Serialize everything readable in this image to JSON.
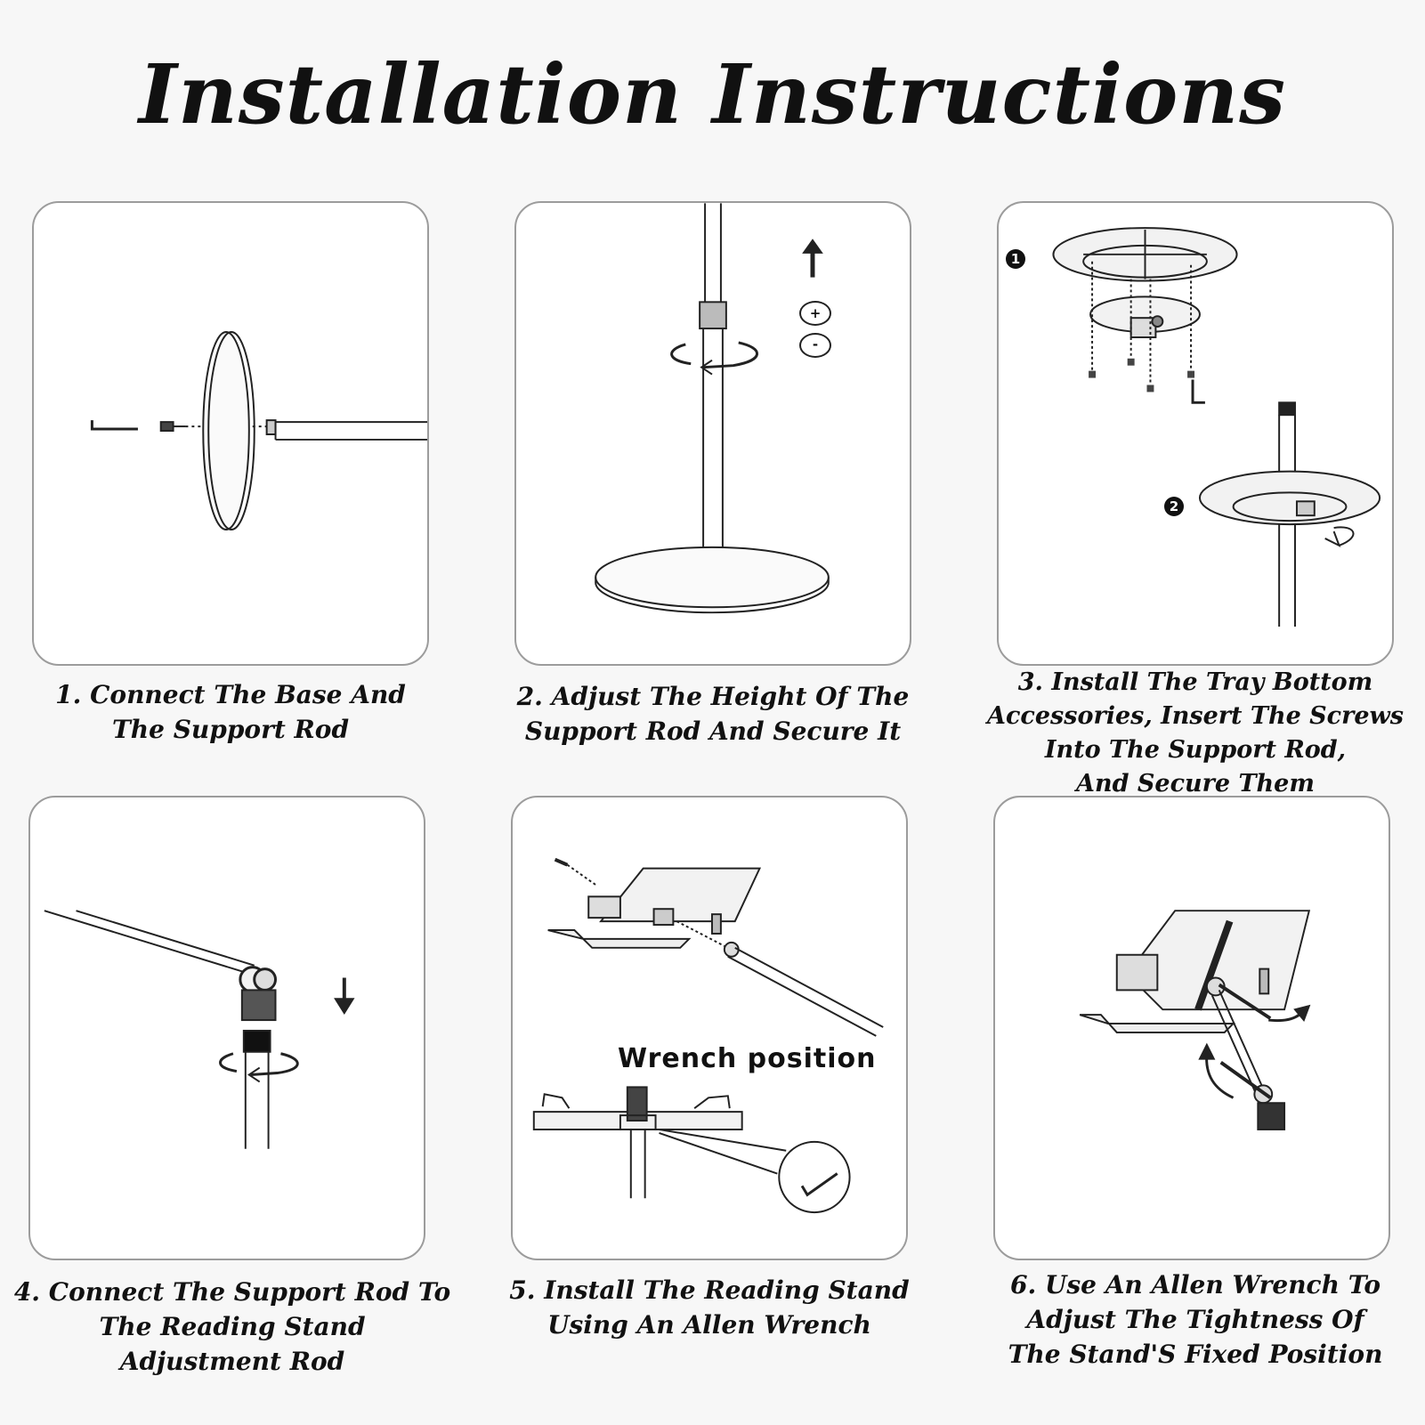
{
  "title": "Installation Instructions",
  "steps": [
    {
      "lines": [
        "1. Connect The Base And",
        "The Support Rod"
      ]
    },
    {
      "lines": [
        "2. Adjust The Height Of The",
        "Support Rod And Secure It"
      ],
      "symbols": [
        "+",
        "-"
      ]
    },
    {
      "lines": [
        "3. Install The Tray Bottom",
        "Accessories, Insert The Screws",
        "Into The Support Rod,",
        "And Secure Them"
      ],
      "markers": [
        "1",
        "2"
      ]
    },
    {
      "lines": [
        "4. Connect The Support Rod To",
        "The Reading Stand",
        "Adjustment Rod"
      ]
    },
    {
      "lines": [
        "5. Install The Reading Stand",
        "Using An Allen Wrench"
      ],
      "label": "Wrench position"
    },
    {
      "lines": [
        "6. Use An Allen Wrench To",
        "Adjust The Tightness Of",
        "The Stand'S Fixed Position"
      ]
    }
  ]
}
